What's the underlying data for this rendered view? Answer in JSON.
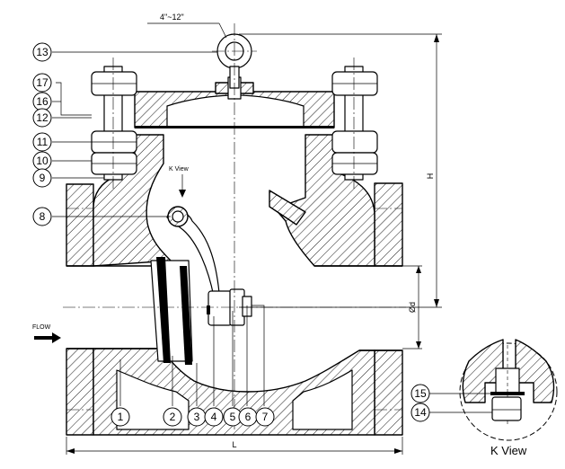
{
  "dimensions": {
    "eyebolt_range": "4\"~12\"",
    "height": "H",
    "length": "L",
    "bore": "Ød"
  },
  "labels": {
    "k_view_arrow": "K View",
    "flow": "FLOW",
    "k_view_title": "K View"
  },
  "callouts": [
    {
      "num": "13"
    },
    {
      "num": "17"
    },
    {
      "num": "16"
    },
    {
      "num": "12"
    },
    {
      "num": "11"
    },
    {
      "num": "10"
    },
    {
      "num": "9"
    },
    {
      "num": "8"
    },
    {
      "num": "1"
    },
    {
      "num": "2"
    },
    {
      "num": "3"
    },
    {
      "num": "4"
    },
    {
      "num": "5"
    },
    {
      "num": "6"
    },
    {
      "num": "7"
    },
    {
      "num": "15"
    },
    {
      "num": "14"
    }
  ]
}
